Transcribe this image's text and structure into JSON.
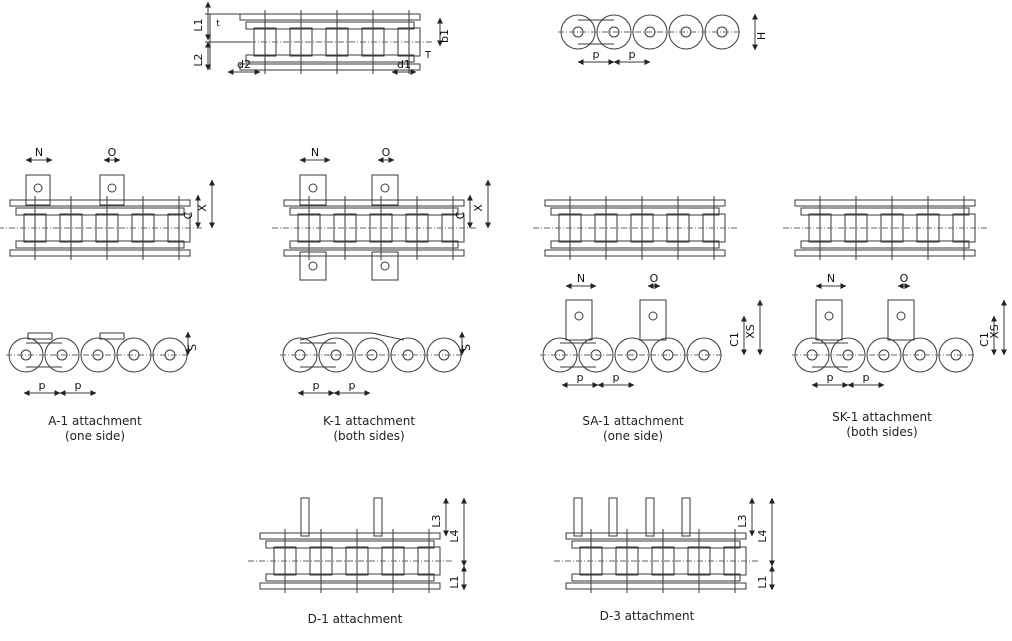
{
  "captions": {
    "a1": {
      "title": "A-1 attachment",
      "sub": "(one side)"
    },
    "k1": {
      "title": "K-1 attachment",
      "sub": "(both sides)"
    },
    "sa1": {
      "title": "SA-1 attachment",
      "sub": "(one side)"
    },
    "sk1": {
      "title": "SK-1 attachment",
      "sub": "(both sides)"
    },
    "d1": {
      "title": "D-1 attachment"
    },
    "d3": {
      "title": "D-3 attachment"
    }
  },
  "dims": {
    "L1": "L1",
    "L2": "L2",
    "L3": "L3",
    "L4": "L4",
    "t": "t",
    "T": "T",
    "b1": "b1",
    "d1": "d1",
    "d2": "d2",
    "p": "p",
    "H": "H",
    "N": "N",
    "O": "O",
    "C": "C",
    "X": "X",
    "S": "S",
    "C1": "C1",
    "XS": "XS"
  }
}
